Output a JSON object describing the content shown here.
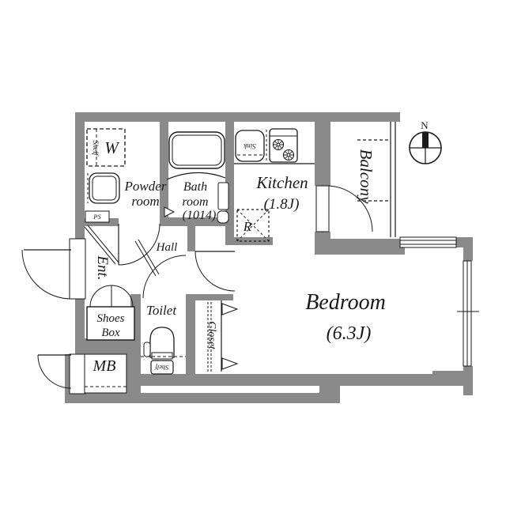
{
  "compass": {
    "north": "N"
  },
  "rooms": {
    "powder_room": {
      "line1": "Powder",
      "line2": "room"
    },
    "bath_room": {
      "line1": "Bath",
      "line2": "room",
      "line3": "(1014)"
    },
    "kitchen": {
      "name": "Kitchen",
      "size": "(1.8J)"
    },
    "balcony": {
      "name": "Balcony"
    },
    "bedroom": {
      "name": "Bedroom",
      "size": "(6.3J)"
    },
    "entrance": {
      "name": "Ent."
    },
    "hall": {
      "name": "Hall"
    },
    "shoes_box": {
      "line1": "Shoes",
      "line2": "Box"
    },
    "toilet": {
      "name": "Toilet"
    },
    "closet": {
      "name": "Closet"
    },
    "meter_box": {
      "name": "MB"
    }
  },
  "fixtures": {
    "washer_shelf_label": "Shelf",
    "washer_label": "W",
    "pipe_space_label": "PS",
    "sink_label": "Sink",
    "refrigerator_label": "R",
    "toilet_shelf_label": "Shelf"
  },
  "colors": {
    "wall": "#8a8a8a",
    "line": "#1a1a1a",
    "background": "#ffffff"
  }
}
